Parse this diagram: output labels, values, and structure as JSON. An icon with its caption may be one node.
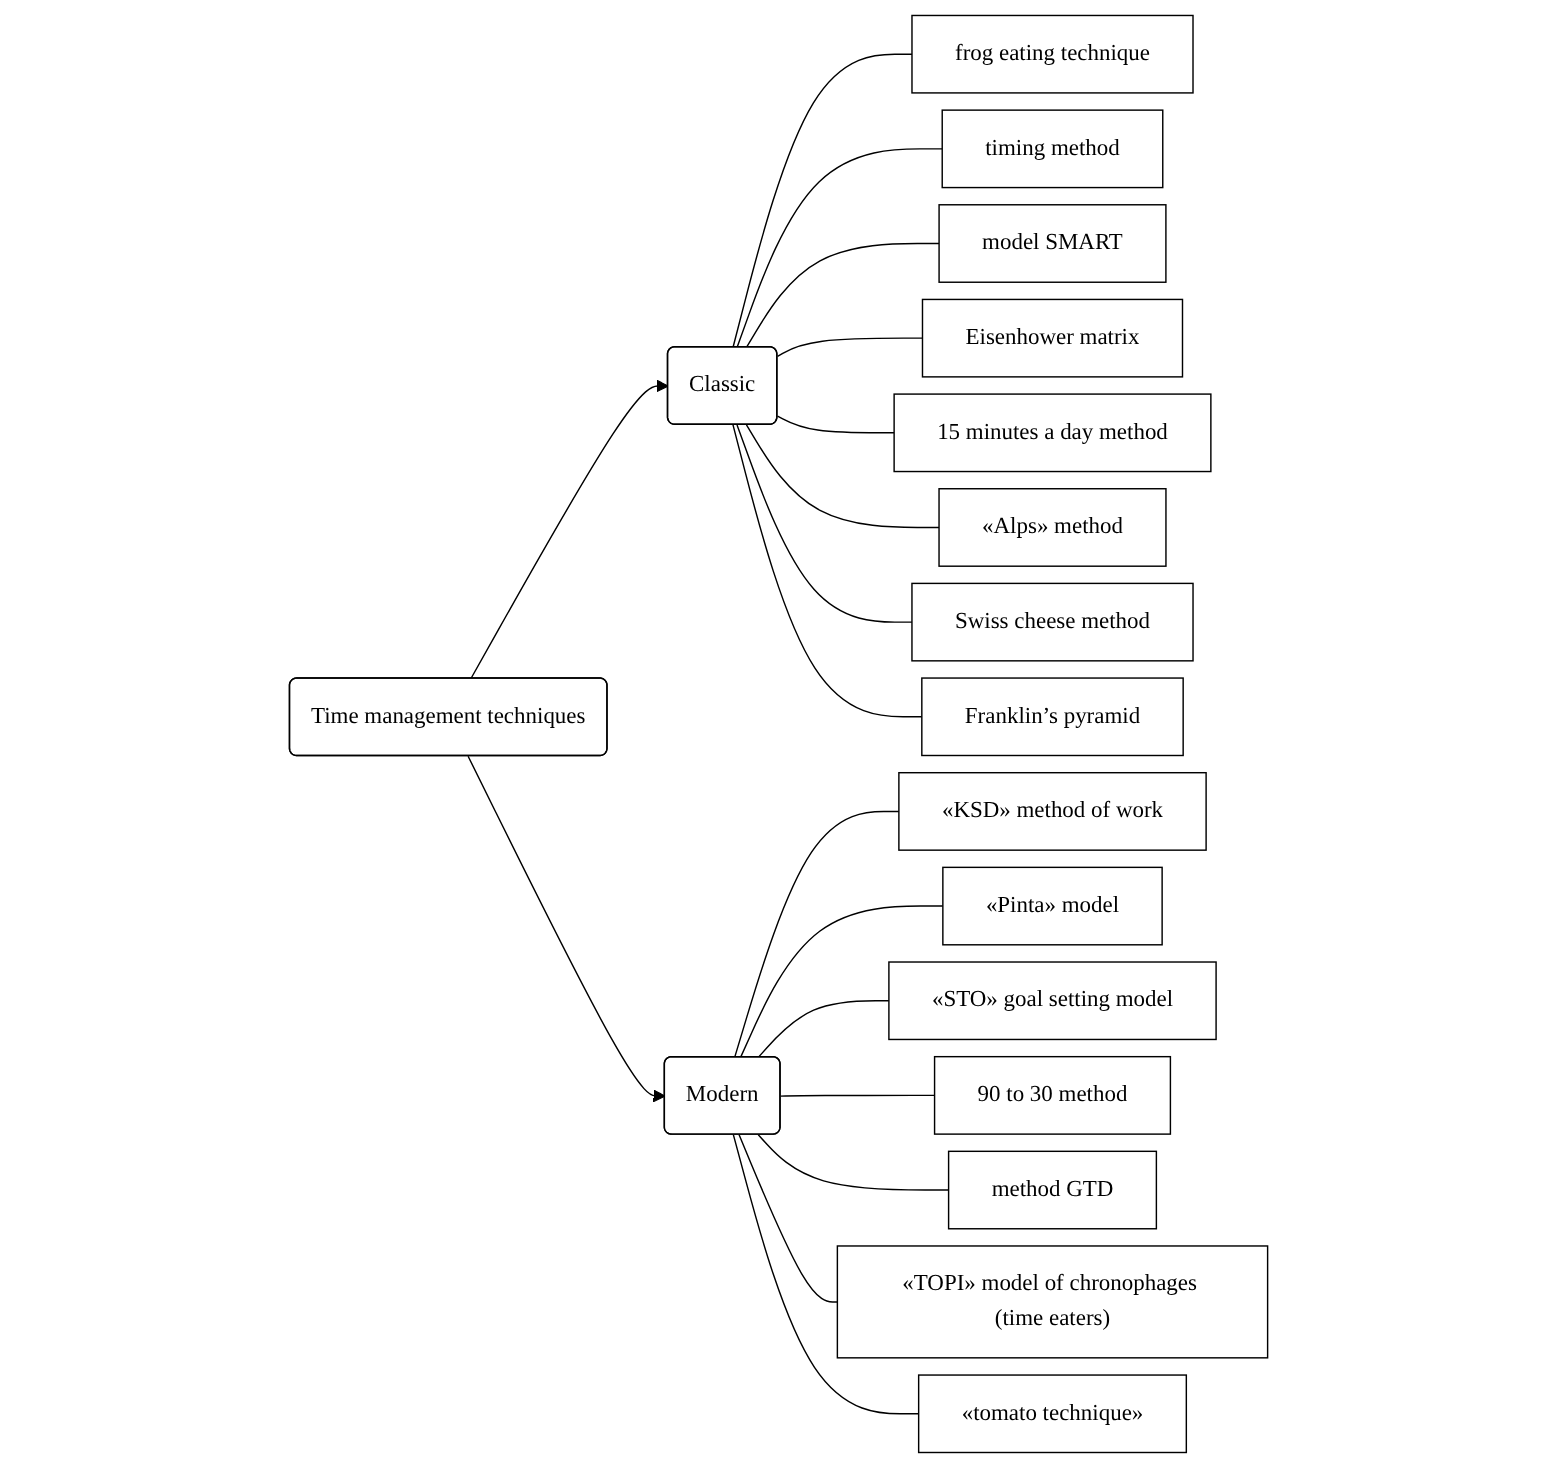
{
  "diagram": {
    "nodes": [
      {
        "text": [
          "Time management techniques"
        ]
      },
      {
        "text": [
          "Classic"
        ]
      },
      {
        "text": [
          "Modern"
        ]
      },
      {
        "text": [
          "frog eating technique"
        ]
      },
      {
        "text": [
          "timing method"
        ]
      },
      {
        "text": [
          "model SMART"
        ]
      },
      {
        "text": [
          "Eisenhower matrix"
        ]
      },
      {
        "text": [
          "15 minutes a day method"
        ]
      },
      {
        "text": [
          "«Alps»  method"
        ]
      },
      {
        "text": [
          "Swiss cheese method"
        ]
      },
      {
        "text": [
          "Franklin’s pyramid"
        ]
      },
      {
        "text": [
          "«KSD» method of work"
        ]
      },
      {
        "text": [
          "«Pinta» model"
        ]
      },
      {
        "text": [
          "«STO» goal setting model"
        ]
      },
      {
        "text": [
          "90 to 30 method"
        ]
      },
      {
        "text": [
          "method GTD"
        ]
      },
      {
        "text": [
          "«TOPI» model of chronophages (time eaters)"
        ]
      },
      {
        "text": [
          "«tomato technique»"
        ]
      }
    ],
    "edges": [
      {
        "from": 0,
        "to": 1,
        "arrow": "to"
      },
      {
        "from": 0,
        "to": 2,
        "arrow": "to"
      },
      {
        "from": 1,
        "to": 3,
        "arrow": "none"
      },
      {
        "from": 1,
        "to": 4,
        "arrow": "none"
      },
      {
        "from": 1,
        "to": 5,
        "arrow": "none"
      },
      {
        "from": 1,
        "to": 6,
        "arrow": "none"
      },
      {
        "from": 1,
        "to": 7,
        "arrow": "none"
      },
      {
        "from": 1,
        "to": 8,
        "arrow": "none"
      },
      {
        "from": 1,
        "to": 9,
        "arrow": "none"
      },
      {
        "from": 1,
        "to": 10,
        "arrow": "none"
      },
      {
        "from": 2,
        "to": 11,
        "arrow": "none"
      },
      {
        "from": 2,
        "to": 12,
        "arrow": "none"
      },
      {
        "from": 2,
        "to": 13,
        "arrow": "none"
      },
      {
        "from": 2,
        "to": 14,
        "arrow": "none"
      },
      {
        "from": 2,
        "to": 15,
        "arrow": "none"
      },
      {
        "from": 2,
        "to": 16,
        "arrow": "none"
      },
      {
        "from": 2,
        "to": 17,
        "arrow": "none"
      }
    ]
  }
}
